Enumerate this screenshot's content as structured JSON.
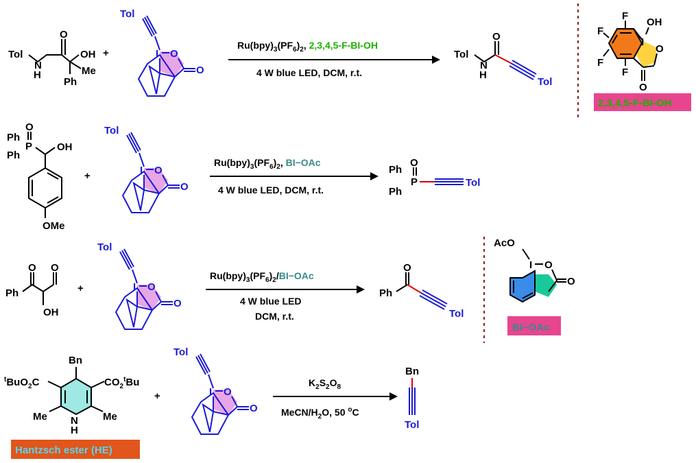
{
  "colors": {
    "blue": "#1a1ad6",
    "green_reagent": "#1db000",
    "teal_reagent": "#3a8a8a",
    "pink_label_bg": "#e8458f",
    "orange_label_bg": "#e0561c",
    "cyan_text": "#59d5f0",
    "new_bond": "#e00000",
    "ring_orange": "#f07a1a",
    "ring_yellow": "#ffd23f",
    "ring_green": "#18c99a",
    "ring_blue": "#3b8be8",
    "ring_pink": "#e9a6e6",
    "ring_light": "#9fe8e4"
  },
  "common": {
    "tol": "Tol",
    "iodine": "I",
    "oxygen": "O",
    "nitrogen": "N",
    "hydrogen": "H",
    "ph": "Ph",
    "plus": "+",
    "oh": "OH",
    "me": "Me",
    "p": "P",
    "f": "F",
    "bn": "Bn",
    "ome": "OMe",
    "aco": "AcO"
  },
  "reactions": [
    {
      "reagent_black": "Ru(bpy)",
      "reagent_sub3": "3",
      "reagent_pf": "(PF",
      "reagent_sub6": "6",
      "reagent_close": ")",
      "reagent_sub2": "2",
      "reagent_sep": ", ",
      "reagent_colored": "2,3,4,5-F-BI-OH",
      "conditions": "4 W blue LED, DCM, r.t."
    },
    {
      "reagent_black": "Ru(bpy)",
      "reagent_sub3": "3",
      "reagent_pf": "(PF",
      "reagent_sub6": "6",
      "reagent_close": ")",
      "reagent_sub2": "2",
      "reagent_sep": ", ",
      "reagent_colored": "BI−OAc",
      "conditions": "4 W blue LED, DCM, r.t."
    },
    {
      "reagent_black": "Ru(bpy)",
      "reagent_sub3": "3",
      "reagent_pf": "(PF",
      "reagent_sub6": "6",
      "reagent_close": ")",
      "reagent_sub2": "2",
      "reagent_sep": "/",
      "reagent_colored": "BI−OAc",
      "conditions_line1": "4 W blue LED",
      "conditions_line2": "DCM, r.t."
    },
    {
      "reagent_k": "K",
      "reagent_sub2a": "2",
      "reagent_s": "S",
      "reagent_sub2b": "2",
      "reagent_o": "O",
      "reagent_sub8": "8",
      "cond_a": "MeCN/H",
      "cond_sub2": "2",
      "cond_b": "O, 50 ",
      "cond_deg": "o",
      "cond_c": "C"
    }
  ],
  "hantzsch": {
    "tbu_left_sup": "t",
    "tbu_left": "BuO",
    "tbu_left_sub": "2",
    "tbu_left_c": "C",
    "co2_right": "CO",
    "co2_right_sub": "2",
    "tbu_right_sup": "t",
    "tbu_right": "Bu",
    "label": "Hantzsch ester (HE)"
  },
  "labels": {
    "fbioh": "2,3,4,5-F-BI-OH",
    "bioac": "BI−OAc"
  }
}
